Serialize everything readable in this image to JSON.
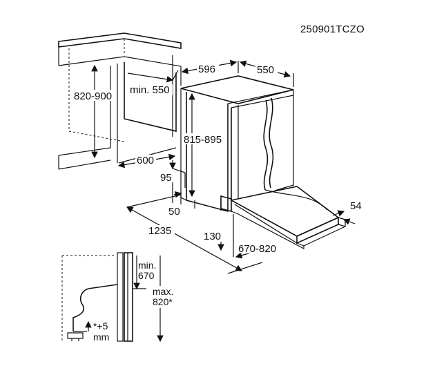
{
  "diagram": {
    "code": "250901TCZO",
    "dims": {
      "cab_height": "820-900",
      "min_depth": "min. 550",
      "cab_depth": "600",
      "width": "596",
      "depth": "550",
      "app_height": "815-895",
      "plinth_95": "95",
      "plinth_50": "50",
      "total_depth": "1235",
      "offset_130": "130",
      "door_range": "670-820",
      "gap_54": "54"
    },
    "detail": {
      "min_label": "min.",
      "min_value": "670",
      "max_label": "max.",
      "max_value": "820*",
      "adj_label": "*+5",
      "adj_unit": "mm"
    }
  }
}
